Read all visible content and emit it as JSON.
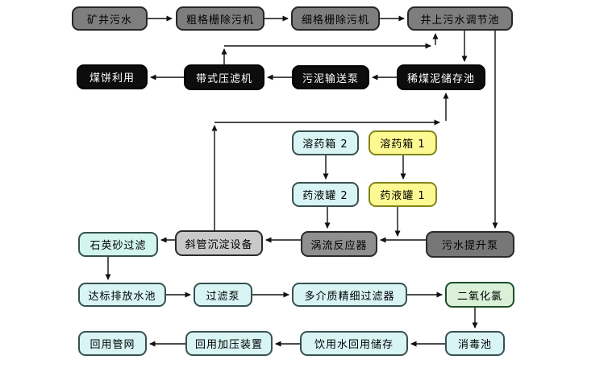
{
  "diagram": {
    "palette": {
      "process_gray": "#7e7e7e",
      "settler_light_gray": "#c9c9c9",
      "reactor_mid_gray": "#8f8f8f",
      "pump_dark_gray": "#777777",
      "sludge_black": "#0d0d0d",
      "water_cyan": "#d8f4f4",
      "quartz_cyan": "#d2f6ec",
      "chemical_yellow": "#fdf992",
      "chlorine_green": "#daf1d8",
      "line_black": "#111111"
    },
    "nodes": [
      {
        "id": "mine-wastewater",
        "label": "矿井污水",
        "fill": "#7e7e7e"
      },
      {
        "id": "coarse-screen",
        "label": "粗格栅除污机",
        "fill": "#7e7e7e"
      },
      {
        "id": "fine-screen",
        "label": "细格栅除污机",
        "fill": "#7e7e7e"
      },
      {
        "id": "surface-regulating-tank",
        "label": "井上污水调节池",
        "fill": "#7e7e7e"
      },
      {
        "id": "coal-cake-use",
        "label": "煤饼利用",
        "fill": "#0d0d0d"
      },
      {
        "id": "belt-filter-press",
        "label": "带式压滤机",
        "fill": "#0d0d0d"
      },
      {
        "id": "sludge-transfer-pump",
        "label": "污泥输送泵",
        "fill": "#0d0d0d"
      },
      {
        "id": "slurry-storage-tank",
        "label": "稀煤泥储存池",
        "fill": "#0d0d0d"
      },
      {
        "id": "dissolving-tank-2",
        "label": "溶药箱 2",
        "fill": "#d8f4f4"
      },
      {
        "id": "dissolving-tank-1",
        "label": "溶药箱 1",
        "fill": "#fdf992"
      },
      {
        "id": "solution-tank-2",
        "label": "药液罐 2",
        "fill": "#d8f4f4"
      },
      {
        "id": "solution-tank-1",
        "label": "药液罐 1",
        "fill": "#fdf992"
      },
      {
        "id": "quartz-sand-filter",
        "label": "石英砂过滤",
        "fill": "#d2f6ec"
      },
      {
        "id": "inclined-tube-settler",
        "label": "斜管沉淀设备",
        "fill": "#c9c9c9"
      },
      {
        "id": "vortex-reactor",
        "label": "涡流反应器",
        "fill": "#8f8f8f"
      },
      {
        "id": "sewage-lift-pump",
        "label": "污水提升泵",
        "fill": "#777777"
      },
      {
        "id": "discharge-tank",
        "label": "达标排放水池",
        "fill": "#d8f4f4"
      },
      {
        "id": "filter-pump",
        "label": "过滤泵",
        "fill": "#d8f4f4"
      },
      {
        "id": "multimedia-fine-filter",
        "label": "多介质精细过滤器",
        "fill": "#d8f4f4"
      },
      {
        "id": "chlorine-dioxide",
        "label": "二氧化氯",
        "fill": "#daf1d8"
      },
      {
        "id": "reuse-pipe-network",
        "label": "回用管网",
        "fill": "#d8f4f4"
      },
      {
        "id": "reuse-booster",
        "label": "回用加压装置",
        "fill": "#d8f4f4"
      },
      {
        "id": "drinking-reuse-storage",
        "label": "饮用水回用储存",
        "fill": "#d8f4f4"
      },
      {
        "id": "disinfection-tank",
        "label": "消毒池",
        "fill": "#d8f4f4"
      }
    ],
    "edges": [
      {
        "from": "mine-wastewater",
        "to": "coarse-screen"
      },
      {
        "from": "coarse-screen",
        "to": "fine-screen"
      },
      {
        "from": "fine-screen",
        "to": "surface-regulating-tank"
      },
      {
        "from": "surface-regulating-tank",
        "to": "slurry-storage-tank"
      },
      {
        "from": "surface-regulating-tank",
        "to": "sewage-lift-pump"
      },
      {
        "from": "slurry-storage-tank",
        "to": "sludge-transfer-pump"
      },
      {
        "from": "sludge-transfer-pump",
        "to": "belt-filter-press"
      },
      {
        "from": "belt-filter-press",
        "to": "coal-cake-use"
      },
      {
        "from": "belt-filter-press",
        "to": "surface-regulating-tank"
      },
      {
        "from": "inclined-tube-settler",
        "to": "slurry-storage-tank"
      },
      {
        "from": "dissolving-tank-2",
        "to": "solution-tank-2"
      },
      {
        "from": "dissolving-tank-1",
        "to": "solution-tank-1"
      },
      {
        "from": "solution-tank-2",
        "to": "vortex-reactor"
      },
      {
        "from": "solution-tank-1",
        "to": "sewage-lift-pump-to-vortex-reactor-line"
      },
      {
        "from": "sewage-lift-pump",
        "to": "vortex-reactor"
      },
      {
        "from": "vortex-reactor",
        "to": "inclined-tube-settler"
      },
      {
        "from": "inclined-tube-settler",
        "to": "quartz-sand-filter"
      },
      {
        "from": "quartz-sand-filter",
        "to": "discharge-tank"
      },
      {
        "from": "discharge-tank",
        "to": "filter-pump"
      },
      {
        "from": "filter-pump",
        "to": "multimedia-fine-filter"
      },
      {
        "from": "multimedia-fine-filter",
        "to": "chlorine-dioxide"
      },
      {
        "from": "chlorine-dioxide",
        "to": "disinfection-tank"
      },
      {
        "from": "disinfection-tank",
        "to": "drinking-reuse-storage"
      },
      {
        "from": "drinking-reuse-storage",
        "to": "reuse-booster"
      },
      {
        "from": "reuse-booster",
        "to": "reuse-pipe-network"
      }
    ]
  }
}
